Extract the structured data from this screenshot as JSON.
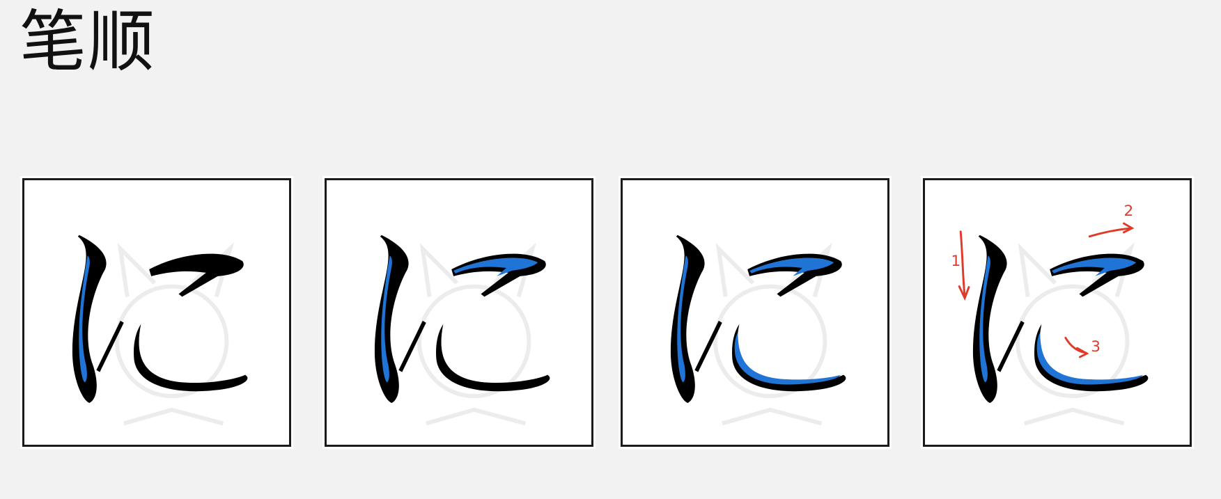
{
  "title": "笔顺",
  "character": "に",
  "colors": {
    "background": "#f2f2f2",
    "stroke_base": "#000000",
    "stroke_highlight": "#1f74d6",
    "annotation": "#e03a2a",
    "watermark": "#e8e8e8"
  },
  "panels": [
    {
      "highlighted_strokes": 1
    },
    {
      "highlighted_strokes": 2
    },
    {
      "highlighted_strokes": 3
    },
    {
      "highlighted_strokes": 3,
      "annotations": [
        "1",
        "2",
        "3"
      ]
    }
  ]
}
